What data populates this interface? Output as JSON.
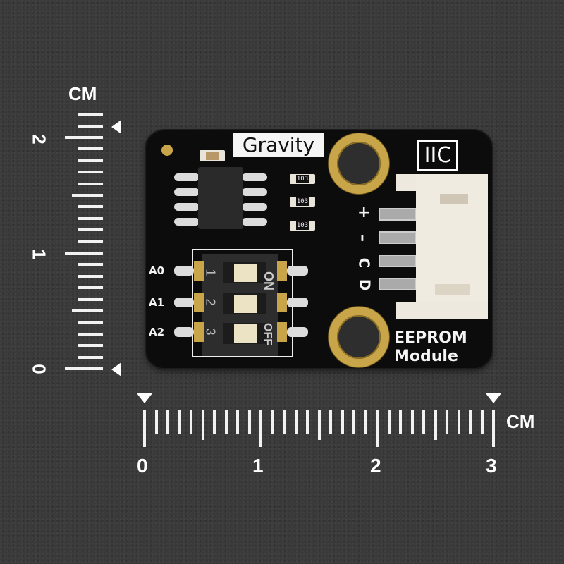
{
  "scene": {
    "description": "DFRobot Gravity IIC EEPROM Module product photo on dark textured background with centimeter scale rulers",
    "background_color": "#3a3a3a"
  },
  "board": {
    "brand_label": "Gravity",
    "interface_label": "IIC",
    "title_line1": "EEPROM",
    "title_line2": "Module",
    "pcb_color": "#0c0c0c",
    "gold_color": "#c9a54a",
    "connector_pins": [
      "+",
      "–",
      "C",
      "D"
    ],
    "address_labels": [
      "A0",
      "A1",
      "A2"
    ],
    "dip_switch": {
      "numbers": [
        "1",
        "2",
        "3"
      ],
      "on_label": "ON",
      "off_label": "OFF"
    },
    "resistor_code": "103"
  },
  "ruler_vertical": {
    "unit": "CM",
    "labels": [
      "2",
      "1",
      "0"
    ]
  },
  "ruler_horizontal": {
    "unit": "CM",
    "labels": [
      "0",
      "1",
      "2",
      "3"
    ]
  }
}
